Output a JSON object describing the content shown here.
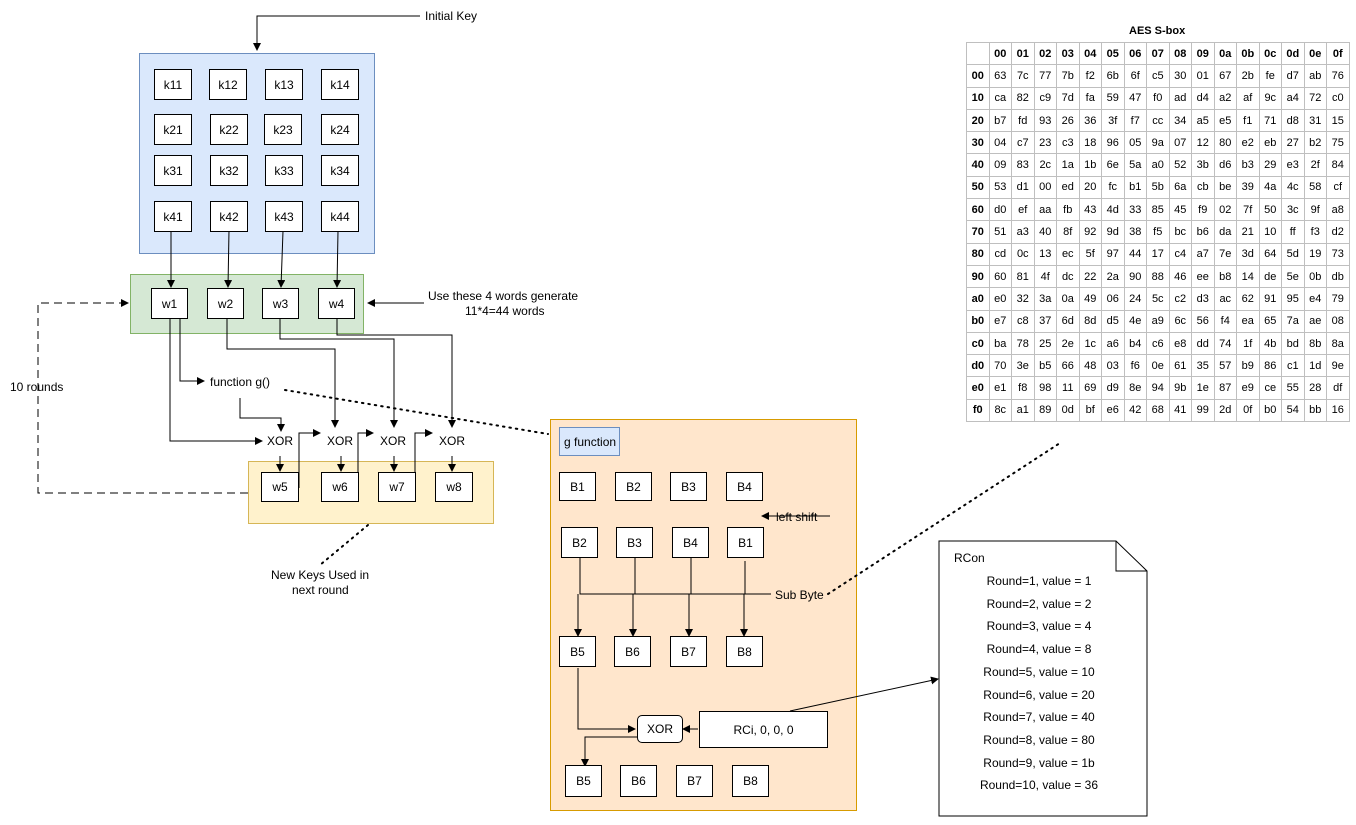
{
  "labels": {
    "initial_key": "Initial Key",
    "use_words_line1": "Use these 4 words generate",
    "use_words_line2": "11*4=44 words",
    "rounds": "10 rounds",
    "function_g": "function g()",
    "new_keys_line1": "New Keys Used in",
    "new_keys_line2": "next round",
    "left_shift": "left shift",
    "sub_byte": "Sub Byte",
    "g_function_title": "g function",
    "sbox_title": "AES S-box",
    "rcon_title": "RCon",
    "rci": "RCi, 0, 0, 0",
    "xor": "XOR"
  },
  "key_matrix": [
    "k11",
    "k12",
    "k13",
    "k14",
    "k21",
    "k22",
    "k23",
    "k24",
    "k31",
    "k32",
    "k33",
    "k34",
    "k41",
    "k42",
    "k43",
    "k44"
  ],
  "words": [
    "w1",
    "w2",
    "w3",
    "w4"
  ],
  "new_words": [
    "w5",
    "w6",
    "w7",
    "w8"
  ],
  "xor_labels": [
    "XOR",
    "XOR",
    "XOR",
    "XOR"
  ],
  "g_function": {
    "row1": [
      "B1",
      "B2",
      "B3",
      "B4"
    ],
    "row2": [
      "B2",
      "B3",
      "B4",
      "B1"
    ],
    "row3": [
      "B5",
      "B6",
      "B7",
      "B8"
    ],
    "row4": [
      "B5",
      "B6",
      "B7",
      "B8"
    ]
  },
  "rcon_values": [
    "Round=1, value = 1",
    "Round=2, value = 2",
    "Round=3, value = 4",
    "Round=4, value = 8",
    "Round=5, value = 10",
    "Round=6, value = 20",
    "Round=7, value = 40",
    "Round=8, value = 80",
    "Round=9, value = 1b",
    "Round=10, value = 36"
  ],
  "sbox": {
    "col_headers": [
      "00",
      "01",
      "02",
      "03",
      "04",
      "05",
      "06",
      "07",
      "08",
      "09",
      "0a",
      "0b",
      "0c",
      "0d",
      "0e",
      "0f"
    ],
    "row_headers": [
      "00",
      "10",
      "20",
      "30",
      "40",
      "50",
      "60",
      "70",
      "80",
      "90",
      "a0",
      "b0",
      "c0",
      "d0",
      "e0",
      "f0"
    ],
    "rows": [
      [
        "63",
        "7c",
        "77",
        "7b",
        "f2",
        "6b",
        "6f",
        "c5",
        "30",
        "01",
        "67",
        "2b",
        "fe",
        "d7",
        "ab",
        "76"
      ],
      [
        "ca",
        "82",
        "c9",
        "7d",
        "fa",
        "59",
        "47",
        "f0",
        "ad",
        "d4",
        "a2",
        "af",
        "9c",
        "a4",
        "72",
        "c0"
      ],
      [
        "b7",
        "fd",
        "93",
        "26",
        "36",
        "3f",
        "f7",
        "cc",
        "34",
        "a5",
        "e5",
        "f1",
        "71",
        "d8",
        "31",
        "15"
      ],
      [
        "04",
        "c7",
        "23",
        "c3",
        "18",
        "96",
        "05",
        "9a",
        "07",
        "12",
        "80",
        "e2",
        "eb",
        "27",
        "b2",
        "75"
      ],
      [
        "09",
        "83",
        "2c",
        "1a",
        "1b",
        "6e",
        "5a",
        "a0",
        "52",
        "3b",
        "d6",
        "b3",
        "29",
        "e3",
        "2f",
        "84"
      ],
      [
        "53",
        "d1",
        "00",
        "ed",
        "20",
        "fc",
        "b1",
        "5b",
        "6a",
        "cb",
        "be",
        "39",
        "4a",
        "4c",
        "58",
        "cf"
      ],
      [
        "d0",
        "ef",
        "aa",
        "fb",
        "43",
        "4d",
        "33",
        "85",
        "45",
        "f9",
        "02",
        "7f",
        "50",
        "3c",
        "9f",
        "a8"
      ],
      [
        "51",
        "a3",
        "40",
        "8f",
        "92",
        "9d",
        "38",
        "f5",
        "bc",
        "b6",
        "da",
        "21",
        "10",
        "ff",
        "f3",
        "d2"
      ],
      [
        "cd",
        "0c",
        "13",
        "ec",
        "5f",
        "97",
        "44",
        "17",
        "c4",
        "a7",
        "7e",
        "3d",
        "64",
        "5d",
        "19",
        "73"
      ],
      [
        "60",
        "81",
        "4f",
        "dc",
        "22",
        "2a",
        "90",
        "88",
        "46",
        "ee",
        "b8",
        "14",
        "de",
        "5e",
        "0b",
        "db"
      ],
      [
        "e0",
        "32",
        "3a",
        "0a",
        "49",
        "06",
        "24",
        "5c",
        "c2",
        "d3",
        "ac",
        "62",
        "91",
        "95",
        "e4",
        "79"
      ],
      [
        "e7",
        "c8",
        "37",
        "6d",
        "8d",
        "d5",
        "4e",
        "a9",
        "6c",
        "56",
        "f4",
        "ea",
        "65",
        "7a",
        "ae",
        "08"
      ],
      [
        "ba",
        "78",
        "25",
        "2e",
        "1c",
        "a6",
        "b4",
        "c6",
        "e8",
        "dd",
        "74",
        "1f",
        "4b",
        "bd",
        "8b",
        "8a"
      ],
      [
        "70",
        "3e",
        "b5",
        "66",
        "48",
        "03",
        "f6",
        "0e",
        "61",
        "35",
        "57",
        "b9",
        "86",
        "c1",
        "1d",
        "9e"
      ],
      [
        "e1",
        "f8",
        "98",
        "11",
        "69",
        "d9",
        "8e",
        "94",
        "9b",
        "1e",
        "87",
        "e9",
        "ce",
        "55",
        "28",
        "df"
      ],
      [
        "8c",
        "a1",
        "89",
        "0d",
        "bf",
        "e6",
        "42",
        "68",
        "41",
        "99",
        "2d",
        "0f",
        "b0",
        "54",
        "bb",
        "16"
      ]
    ]
  },
  "colors": {
    "key_region_fill": "#dae8fc",
    "key_region_stroke": "#6c8ebf",
    "word_region_fill": "#d5e8d4",
    "word_region_stroke": "#82b366",
    "new_region_fill": "#fff2cc",
    "new_region_stroke": "#d6b656",
    "g_region_fill": "#ffe6cc",
    "g_region_stroke": "#d79b00"
  }
}
